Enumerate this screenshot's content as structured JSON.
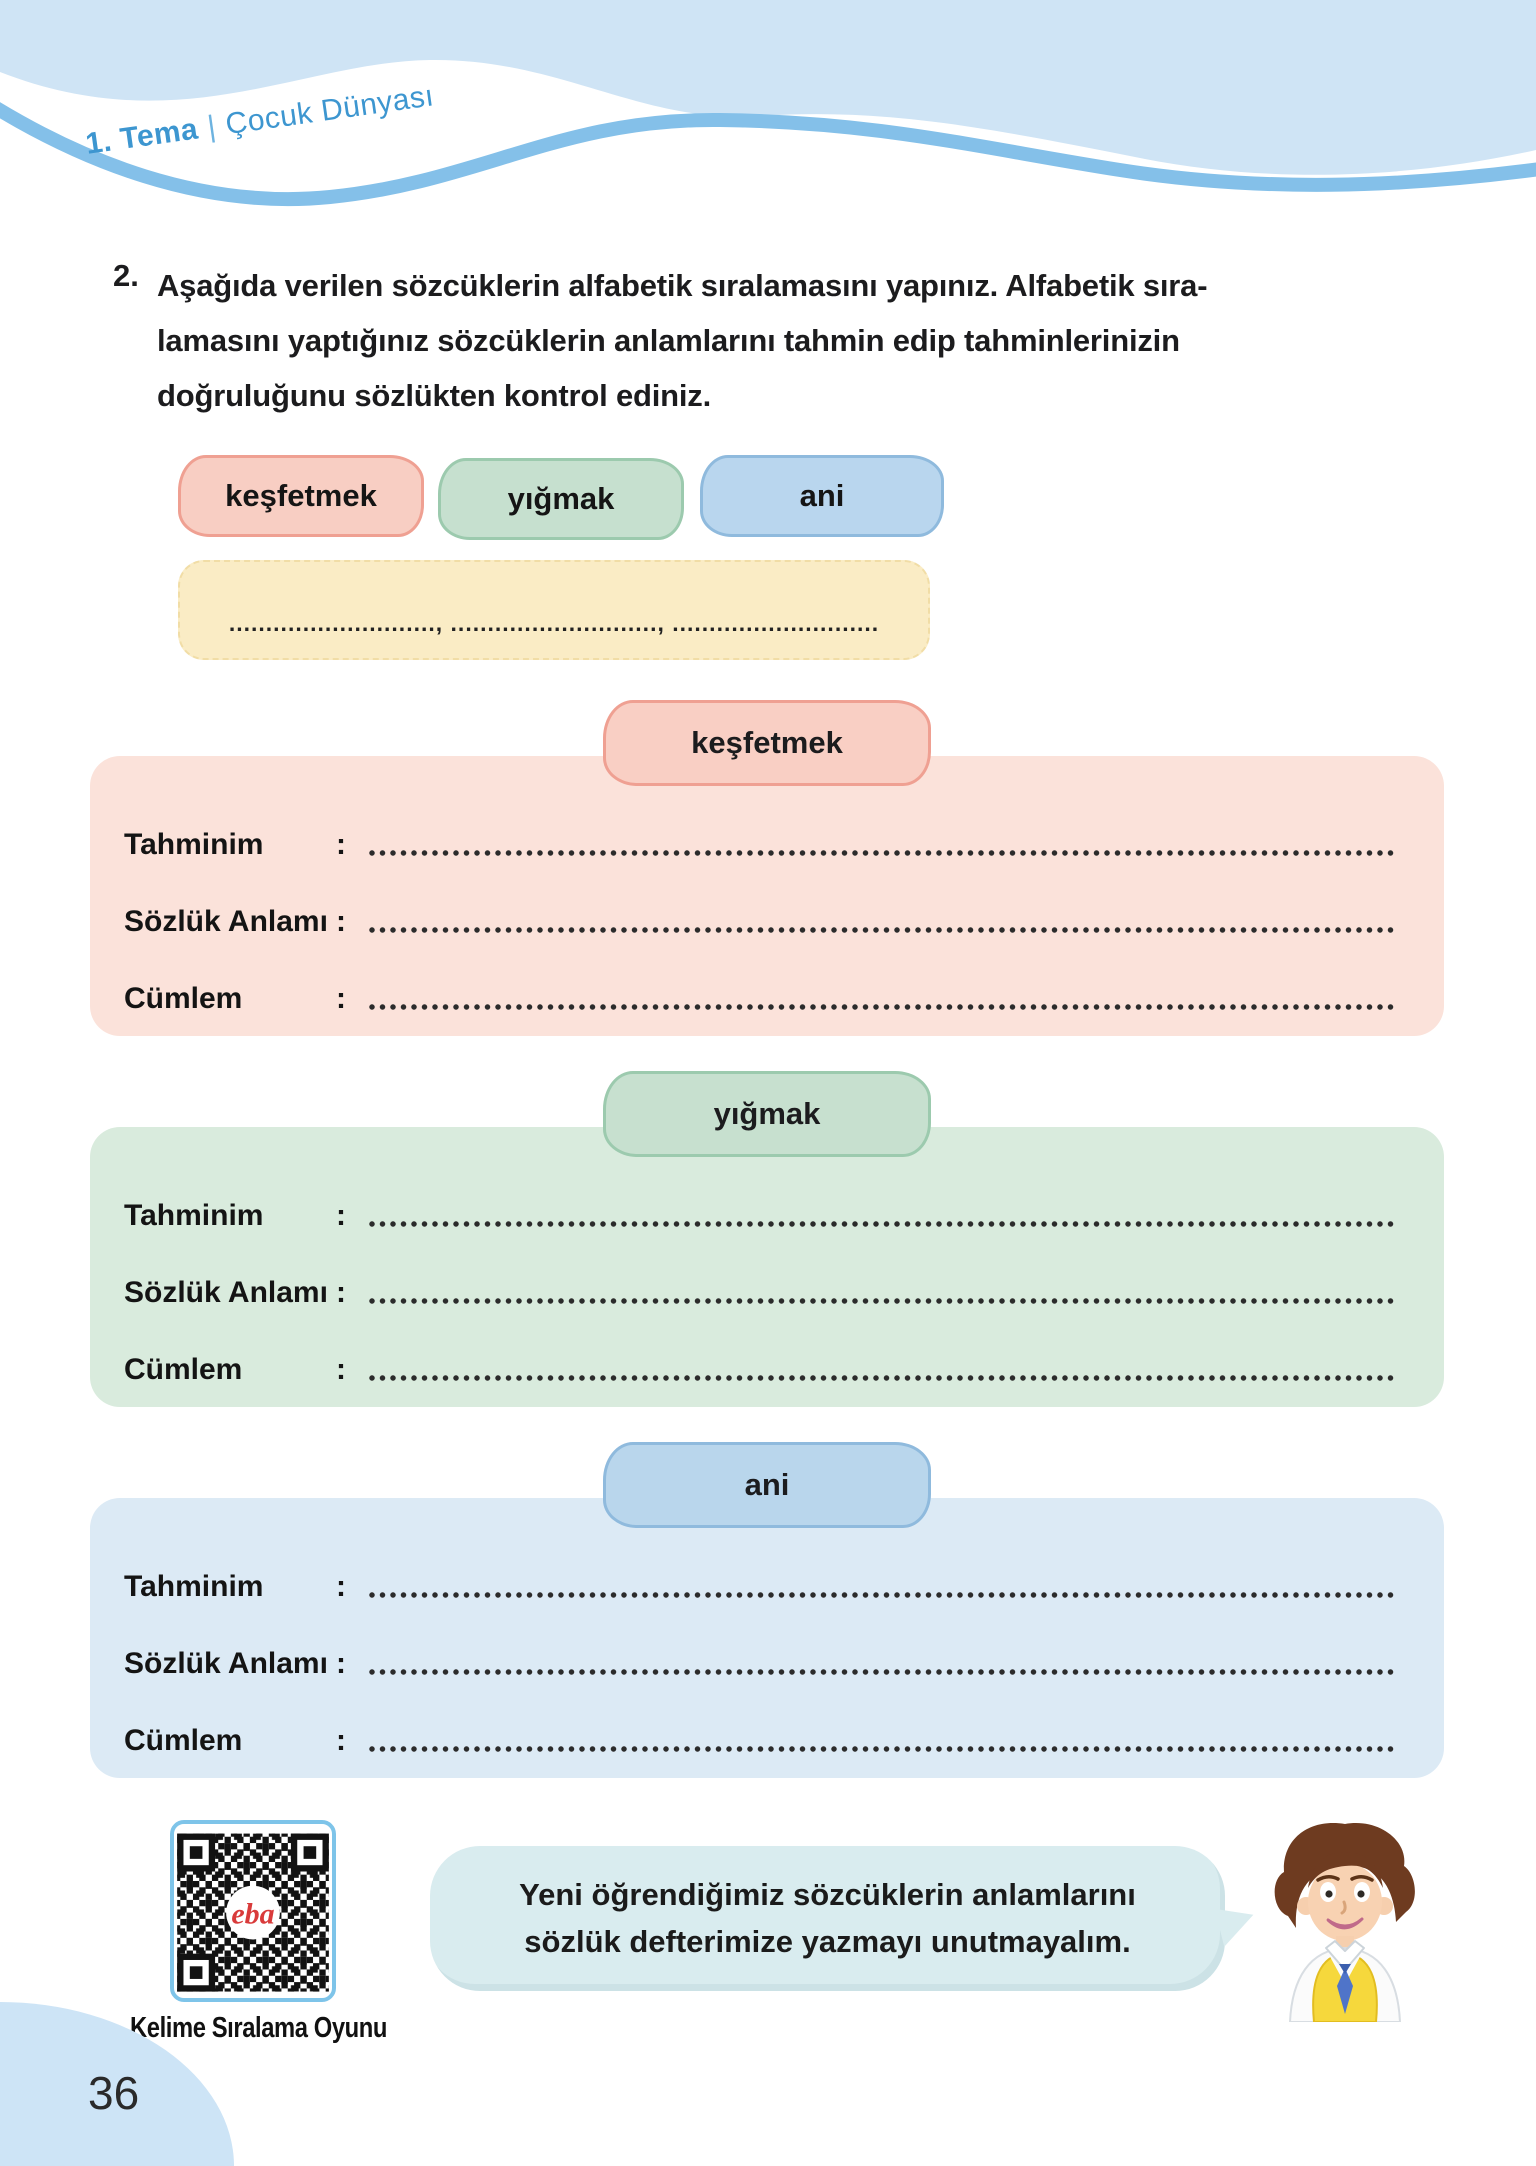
{
  "header": {
    "theme_number": "1. Tema",
    "separator": "|",
    "theme_name": "Çocuk Dünyası"
  },
  "exercise": {
    "number": "2.",
    "instruction_lines": [
      "Aşağıda verilen sözcüklerin alfabetik sıralamasını yapınız. Alfabetik sıra-",
      "lamasını yaptığınız sözcüklerin anlamlarını tahmin edip tahminlerinizin",
      "doğruluğunu sözlükten kontrol ediniz."
    ],
    "word_chips": [
      {
        "label": "keşfetmek"
      },
      {
        "label": "yığmak"
      },
      {
        "label": "ani"
      }
    ],
    "answer_line": "............................, ............................, ............................"
  },
  "sections": [
    {
      "word": "keşfetmek",
      "rows": [
        {
          "label": "Tahminim",
          "colon": ":"
        },
        {
          "label": "Sözlük Anlamı",
          "colon": ":"
        },
        {
          "label": "Cümlem",
          "colon": ":"
        }
      ]
    },
    {
      "word": "yığmak",
      "rows": [
        {
          "label": "Tahminim",
          "colon": ":"
        },
        {
          "label": "Sözlük Anlamı",
          "colon": ":"
        },
        {
          "label": "Cümlem",
          "colon": ":"
        }
      ]
    },
    {
      "word": "ani",
      "rows": [
        {
          "label": "Tahminim",
          "colon": ":"
        },
        {
          "label": "Sözlük Anlamı",
          "colon": ":"
        },
        {
          "label": "Cümlem",
          "colon": ":"
        }
      ]
    }
  ],
  "footer": {
    "qr_logo_text": "eba",
    "qr_caption": "Kelime Sıralama Oyunu",
    "speech_bubble_lines": [
      "Yeni öğrendiğimiz sözcüklerin anlamlarını",
      "sözlük defterimize yazmayı unutmayalım."
    ],
    "page_number": "36"
  },
  "colors": {
    "wave_fill": "#cfe4f5",
    "wave_stroke": "#84c0e9",
    "header_text": "#3d96d0",
    "chip_pink_fill": "#f8cec3",
    "chip_pink_border": "#efa092",
    "chip_green_fill": "#c6e0cf",
    "chip_green_border": "#9ccaae",
    "chip_blue_fill": "#b9d6ee",
    "chip_blue_border": "#8fbadd",
    "panel_pink": "#fbe2da",
    "panel_green": "#d9ebdd",
    "panel_blue": "#dceaf5",
    "answer_box_fill": "#faecc5",
    "speech_bubble_fill": "#d9ecef",
    "qr_border": "#7ec4e9",
    "eba_logo_red": "#d93b3b",
    "page_blob_fill": "#cde4f6"
  }
}
